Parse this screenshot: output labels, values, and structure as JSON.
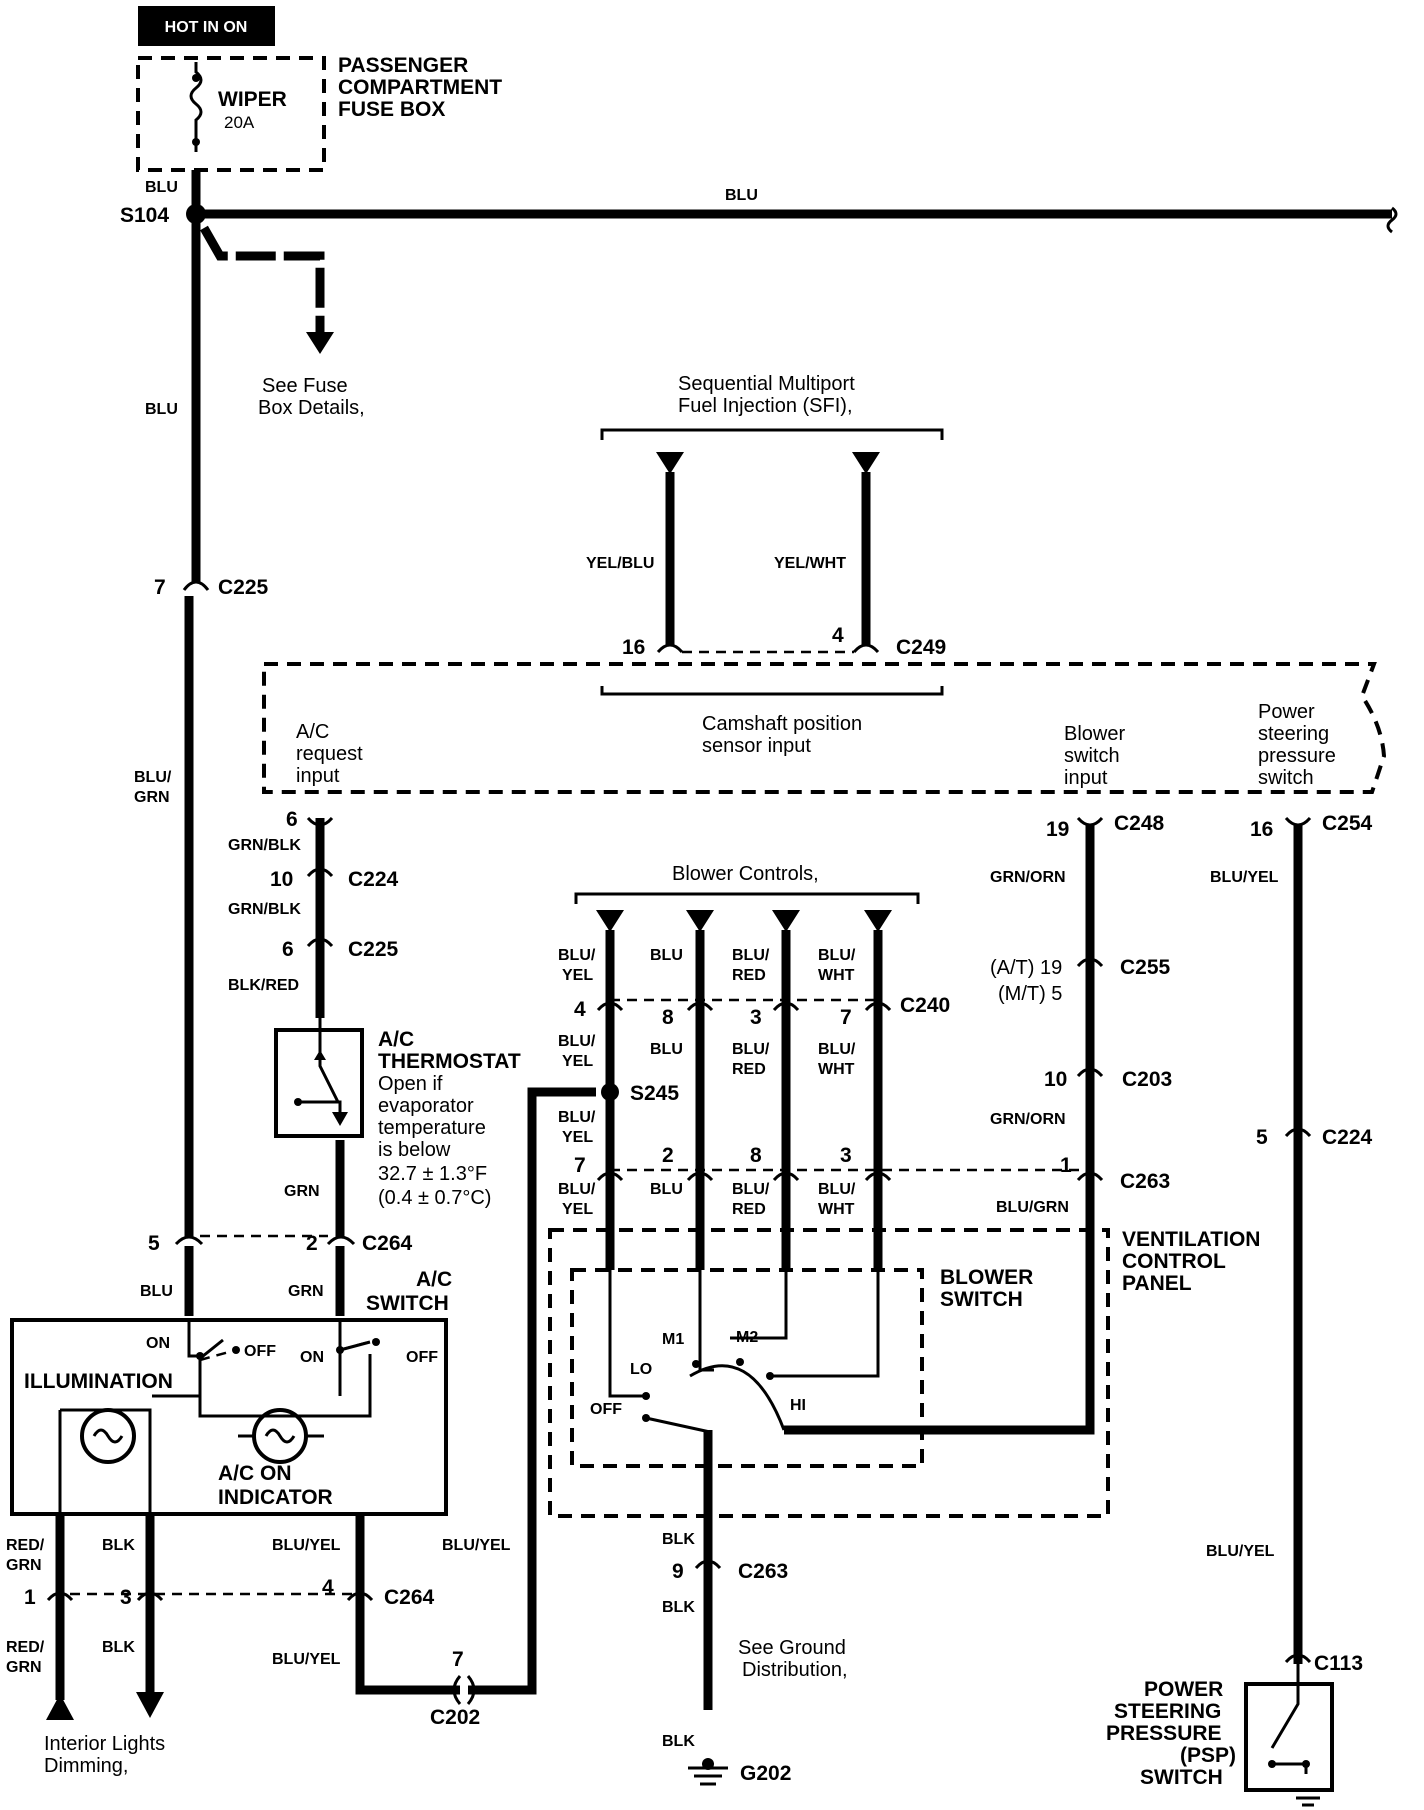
{
  "header": {
    "hot_in_on": "HOT IN ON"
  },
  "fuse_box": {
    "fuse_name": "WIPER",
    "fuse_rating": "20A",
    "title_lines": [
      "PASSENGER",
      "COMPARTMENT",
      "FUSE BOX"
    ]
  },
  "splices": {
    "s104": "S104",
    "s245": "S245"
  },
  "notes": {
    "fuse_details": [
      "See Fuse",
      "Box Details,"
    ],
    "sfi": [
      "Sequential Multiport",
      "Fuel Injection (SFI),"
    ],
    "camshaft": [
      "Camshaft position",
      "sensor input"
    ],
    "ac_request": [
      "A/C",
      "request",
      "input"
    ],
    "blower_switch_input": [
      "Blower",
      "switch",
      "input"
    ],
    "psp_switch": [
      "Power",
      "steering",
      "pressure",
      "switch"
    ],
    "blower_controls": "Blower Controls,",
    "ground_distribution": [
      "See Ground",
      "Distribution,"
    ],
    "interior_lights": [
      "Interior Lights",
      "Dimming,"
    ]
  },
  "components": {
    "ac_thermostat": [
      "A/C",
      "THERMOSTAT"
    ],
    "ac_thermostat_desc": [
      "Open if",
      "evaporator",
      "temperature",
      "is below",
      "32.7 ± 1.3°F",
      "(0.4 ± 0.7°C)"
    ],
    "ac_switch": [
      "A/C",
      "SWITCH"
    ],
    "illumination": "ILLUMINATION",
    "ac_on_indicator": [
      "A/C  ON",
      "INDICATOR"
    ],
    "blower_switch": [
      "BLOWER",
      "SWITCH"
    ],
    "ventilation_panel": [
      "VENTILATION",
      "CONTROL",
      "PANEL"
    ],
    "psp_switch": [
      "POWER",
      "STEERING",
      "PRESSURE",
      "(PSP)",
      "SWITCH"
    ],
    "ground": "G202"
  },
  "switch_positions": {
    "on": "ON",
    "off": "OFF",
    "lo": "LO",
    "m1": "M1",
    "m2": "M2",
    "hi": "HI"
  },
  "connectors": {
    "c225_top": {
      "pin": "7",
      "name": "C225"
    },
    "c249": {
      "pin_left": "16",
      "pin_right": "4",
      "name": "C249"
    },
    "c224_left": {
      "pin": "10",
      "name": "C224"
    },
    "c225_left": {
      "pin": "6",
      "name": "C225"
    },
    "c248": {
      "pin": "19",
      "name": "C248"
    },
    "c254": {
      "pin": "16",
      "name": "C254"
    },
    "ac_request_pin": "6",
    "c240": {
      "pins": [
        "4",
        "8",
        "3",
        "7"
      ],
      "name": "C240"
    },
    "c255": {
      "pins": "(A/T) 19",
      "pins2": "(M/T) 5",
      "name": "C255"
    },
    "c203": {
      "pin": "10",
      "name": "C203"
    },
    "c263_upper": {
      "pins": [
        "7",
        "2",
        "8",
        "3",
        "1"
      ],
      "name": "C263"
    },
    "c224_right": {
      "pin": "5",
      "name": "C224"
    },
    "c264_upper": {
      "pin_left": "5",
      "pin_right": "2",
      "name": "C264"
    },
    "c264_lower": {
      "pins": [
        "1",
        "3",
        "4"
      ],
      "name": "C264"
    },
    "c202": {
      "pin": "7",
      "name": "C202"
    },
    "c263_lower": {
      "pin": "9",
      "name": "C263"
    },
    "c113": {
      "name": "C113"
    }
  },
  "wires": {
    "blu": "BLU",
    "blu_grn": [
      "BLU/",
      "GRN"
    ],
    "yel_blu": "YEL/BLU",
    "yel_wht": "YEL/WHT",
    "grn_blk": "GRN/BLK",
    "blk_red": "BLK/RED",
    "grn": "GRN",
    "grn_orn": "GRN/ORN",
    "blu_yel": "BLU/YEL",
    "blu_grn_single": "BLU/GRN",
    "blu_yel_split": [
      "BLU/",
      "YEL"
    ],
    "blu_red_split": [
      "BLU/",
      "RED"
    ],
    "blu_wht_split": [
      "BLU/",
      "WHT"
    ],
    "red_grn": [
      "RED/",
      "GRN"
    ],
    "blk": "BLK"
  }
}
